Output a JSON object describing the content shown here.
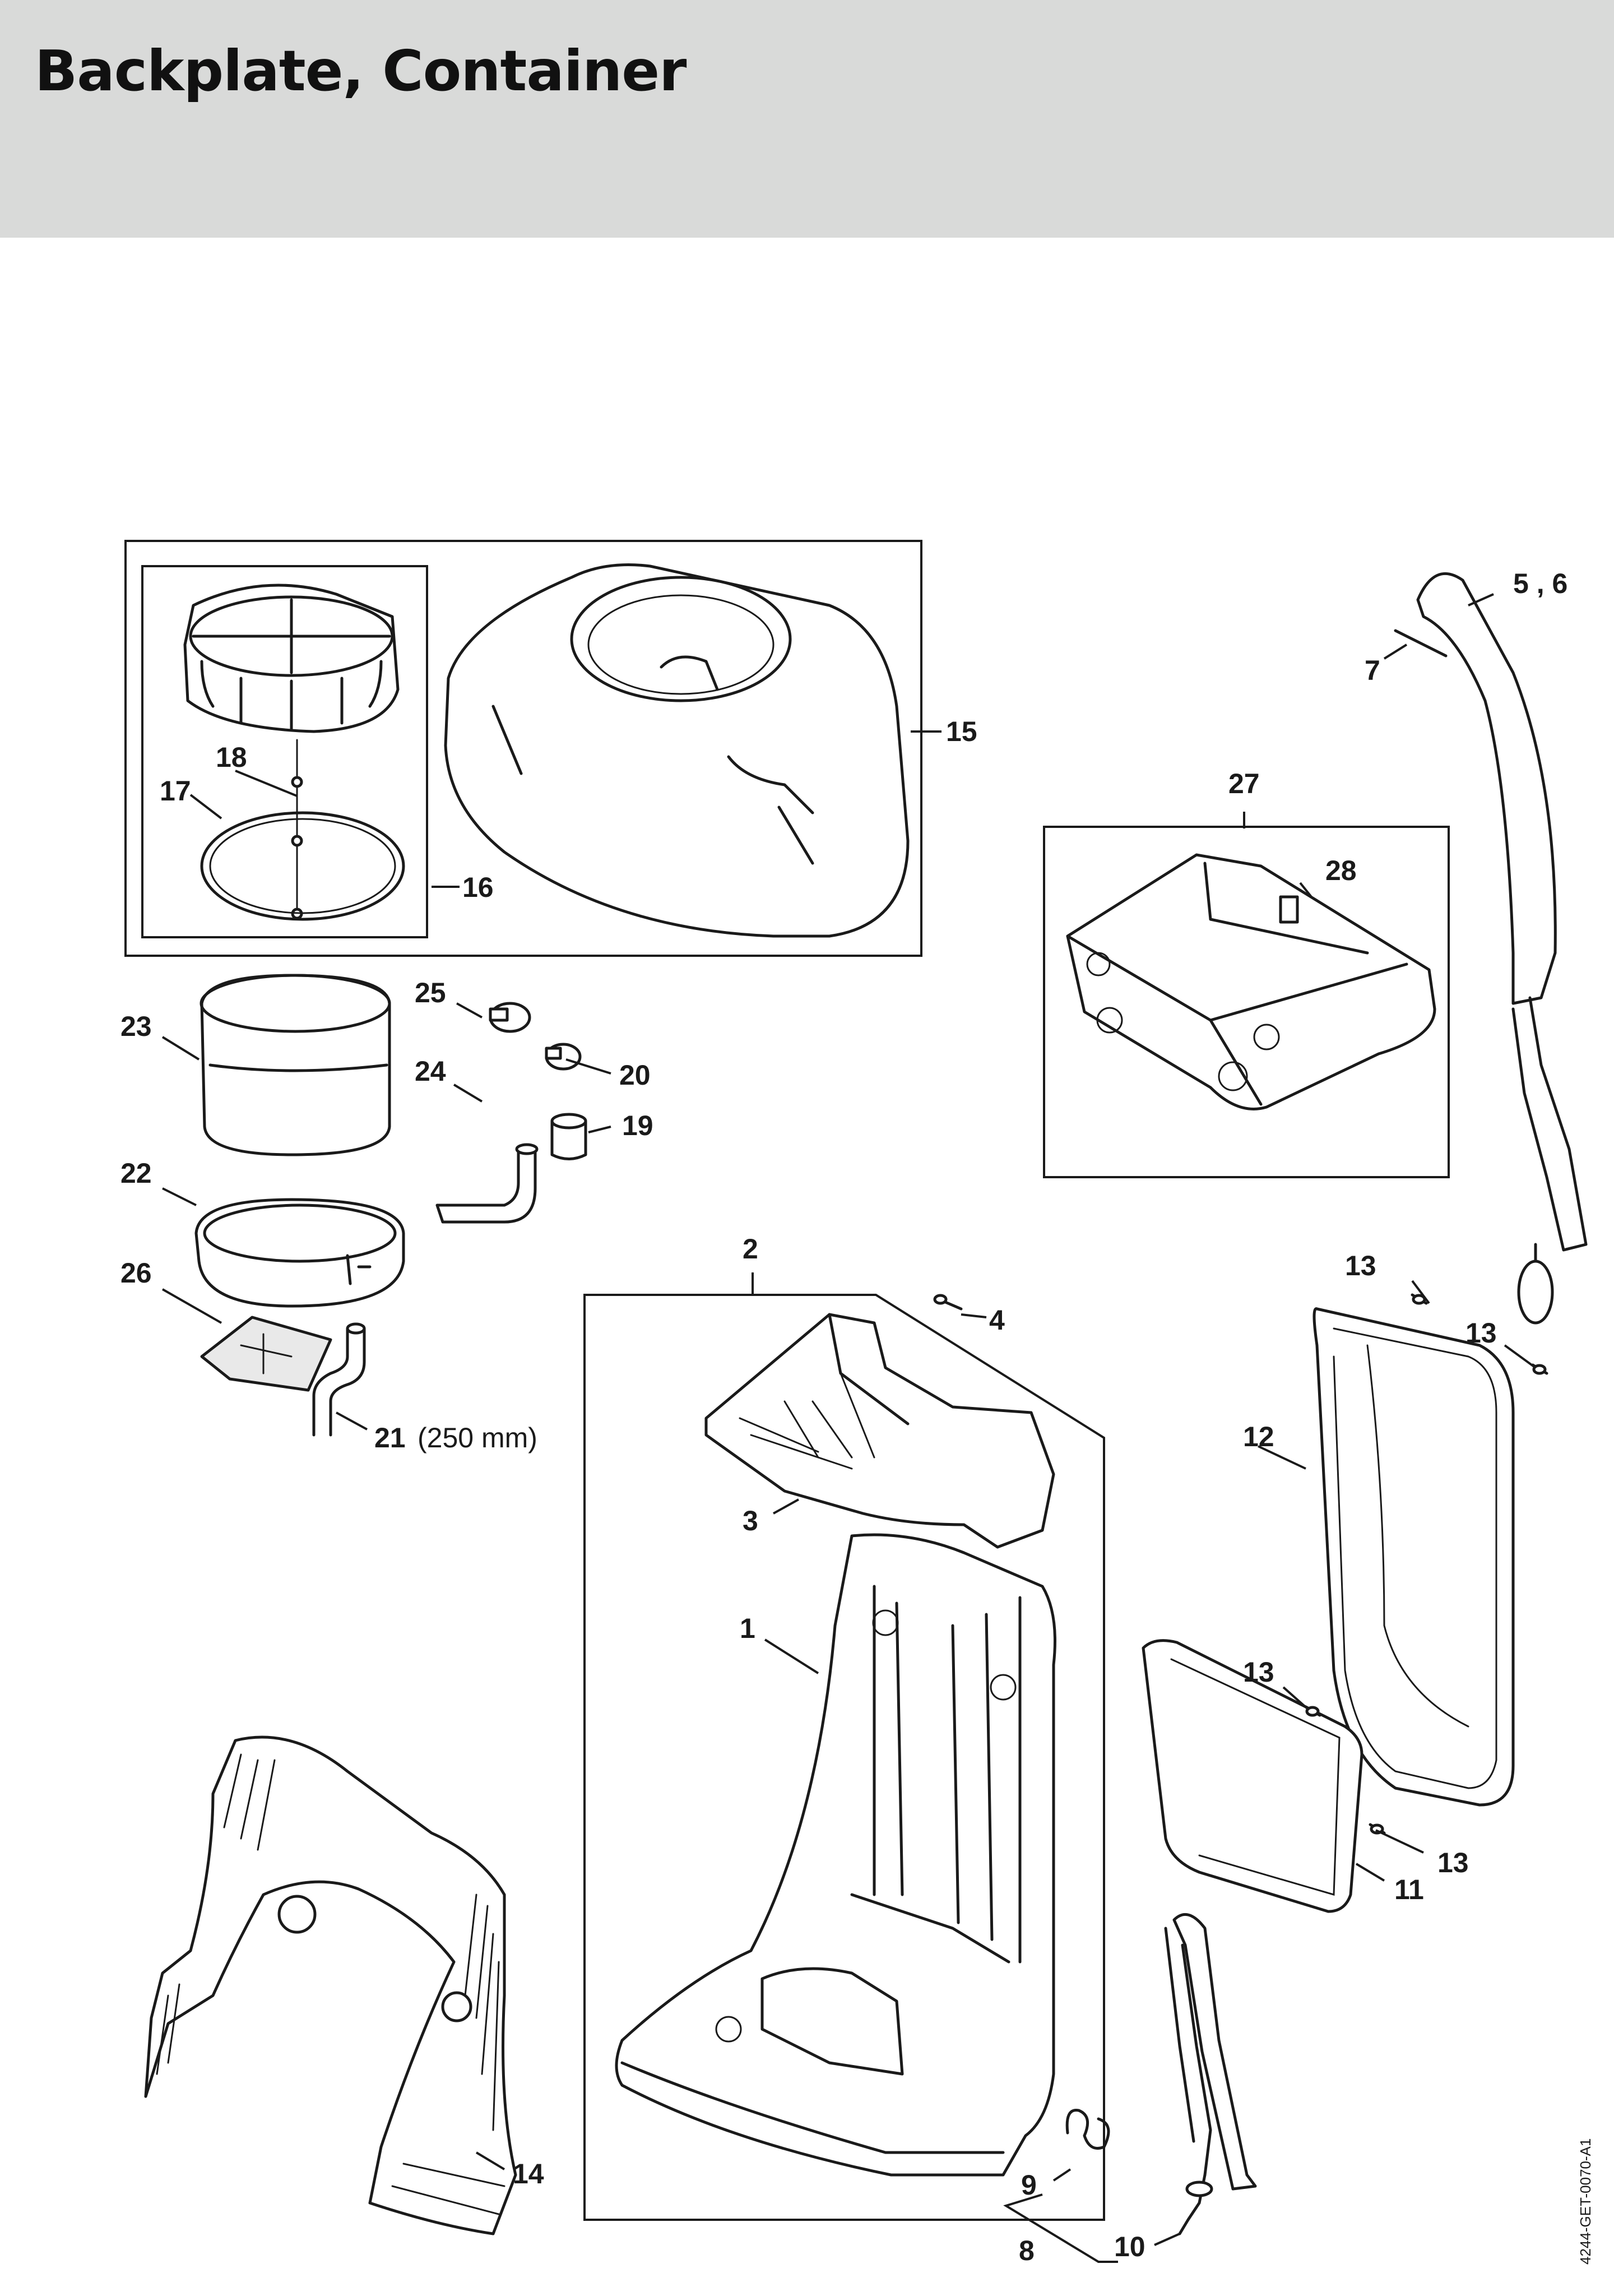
{
  "page": {
    "title": "Backplate, Container"
  },
  "diagram": {
    "drawing_code": "4244-GET-0070-A1",
    "labels": {
      "l1": "1",
      "l2": "2",
      "l3": "3",
      "l4": "4",
      "l56": "5 , 6",
      "l7": "7",
      "l8": "8",
      "l9": "9",
      "l10": "10",
      "l11": "11",
      "l12": "12",
      "l13a": "13",
      "l13b": "13",
      "l13c": "13",
      "l13d": "13",
      "l14": "14",
      "l15": "15",
      "l16": "16",
      "l17": "17",
      "l18": "18",
      "l19": "19",
      "l20": "20",
      "l21": "21",
      "l21_note": "(250 mm)",
      "l22": "22",
      "l23": "23",
      "l24": "24",
      "l25": "25",
      "l26": "26",
      "l27": "27",
      "l28": "28"
    }
  }
}
